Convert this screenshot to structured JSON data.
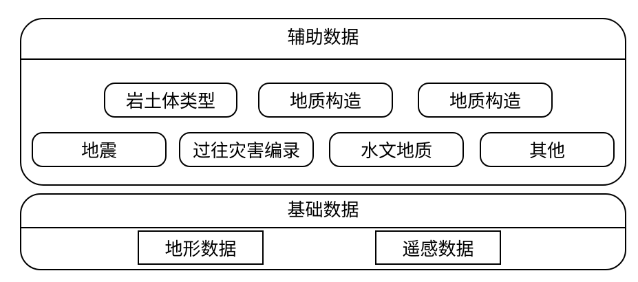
{
  "auxiliary": {
    "title": "辅助数据",
    "row1": [
      "岩土体类型",
      "地质构造",
      "地质构造"
    ],
    "row2": [
      "地震",
      "过往灾害编录",
      "水文地质",
      "其他"
    ]
  },
  "foundation": {
    "title": "基础数据",
    "items": [
      "地形数据",
      "遥感数据"
    ]
  }
}
